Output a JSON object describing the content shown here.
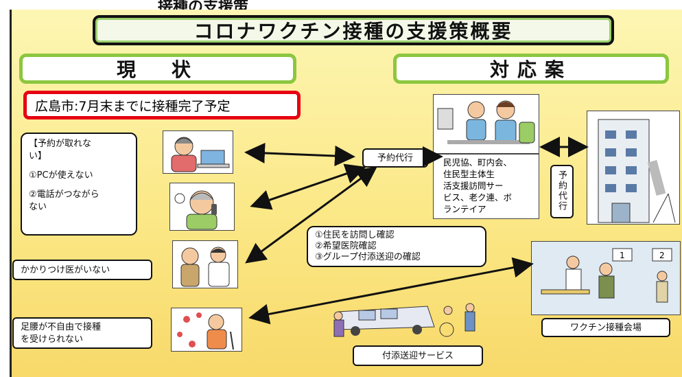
{
  "title": "コロナワクチン接種の支援策概要",
  "top_fragment": "接種の支援策",
  "current": {
    "heading": "現　状",
    "deadline": "広島市:7月末までに接種完了予定",
    "problem_reserve": [
      "【予約が取れな",
      "い】",
      "",
      "①PCが使えない",
      "",
      "②電話がつながら",
      "ない"
    ],
    "no_doctor": "かかりつけ医がいない",
    "mobility": [
      "足腰が不自由で接種",
      "を受けられない"
    ]
  },
  "plan": {
    "heading": "対応案",
    "proxy_booking": "予約代行",
    "proxy_booking_vertical": "予約代行",
    "helpers": [
      "民児協、町内会、",
      "住民型主体生",
      "活支援訪問サー",
      "ビス、老ク連、ボ",
      "ランテイア"
    ],
    "steps": [
      "①住民を訪問し確認",
      "②希望医院確認",
      "③グループ付添送迎の確認"
    ],
    "venue": "ワクチン接種会場",
    "transport": "付添送迎サービス"
  },
  "venue_booth_numbers": [
    "1",
    "2"
  ],
  "colors": {
    "accent_green": "#8cc63f",
    "alert_red": "#e60012",
    "background": "#fbe887"
  }
}
